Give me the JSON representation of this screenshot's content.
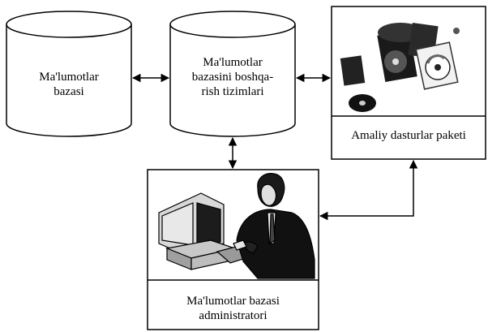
{
  "nodes": {
    "database": {
      "label_lines": [
        "Ma'lumotlar",
        "bazasi"
      ]
    },
    "dbms": {
      "label_lines": [
        "Ma'lumotlar",
        "bazasini boshqa-",
        "rish tizimlari"
      ]
    },
    "app_package": {
      "label": "Amaliy dasturlar paketi",
      "image_icon": "software-discs-icon"
    },
    "administrator": {
      "label_lines": [
        "Ma'lumotlar bazasi",
        "administratori"
      ],
      "image_icon": "person-at-computer-icon"
    }
  },
  "connections": [
    {
      "from": "database",
      "to": "dbms",
      "type": "bidirectional-arrow"
    },
    {
      "from": "dbms",
      "to": "app_package",
      "type": "bidirectional-arrow"
    },
    {
      "from": "dbms",
      "to": "administrator",
      "type": "bidirectional-arrow"
    },
    {
      "from": "administrator",
      "to": "app_package",
      "type": "bidirectional-arrow"
    }
  ],
  "colors": {
    "stroke": "#000000",
    "background": "#ffffff"
  }
}
